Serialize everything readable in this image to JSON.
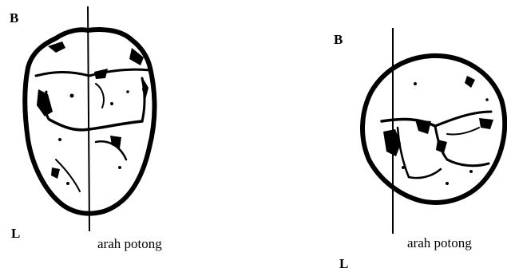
{
  "left_panel": {
    "label_top": "B",
    "label_bottom": "L",
    "caption": "arah potong"
  },
  "right_panel": {
    "label_top": "B",
    "label_bottom": "L",
    "caption": "arah potong"
  },
  "colors": {
    "ink": "#000000",
    "background": "#ffffff"
  }
}
